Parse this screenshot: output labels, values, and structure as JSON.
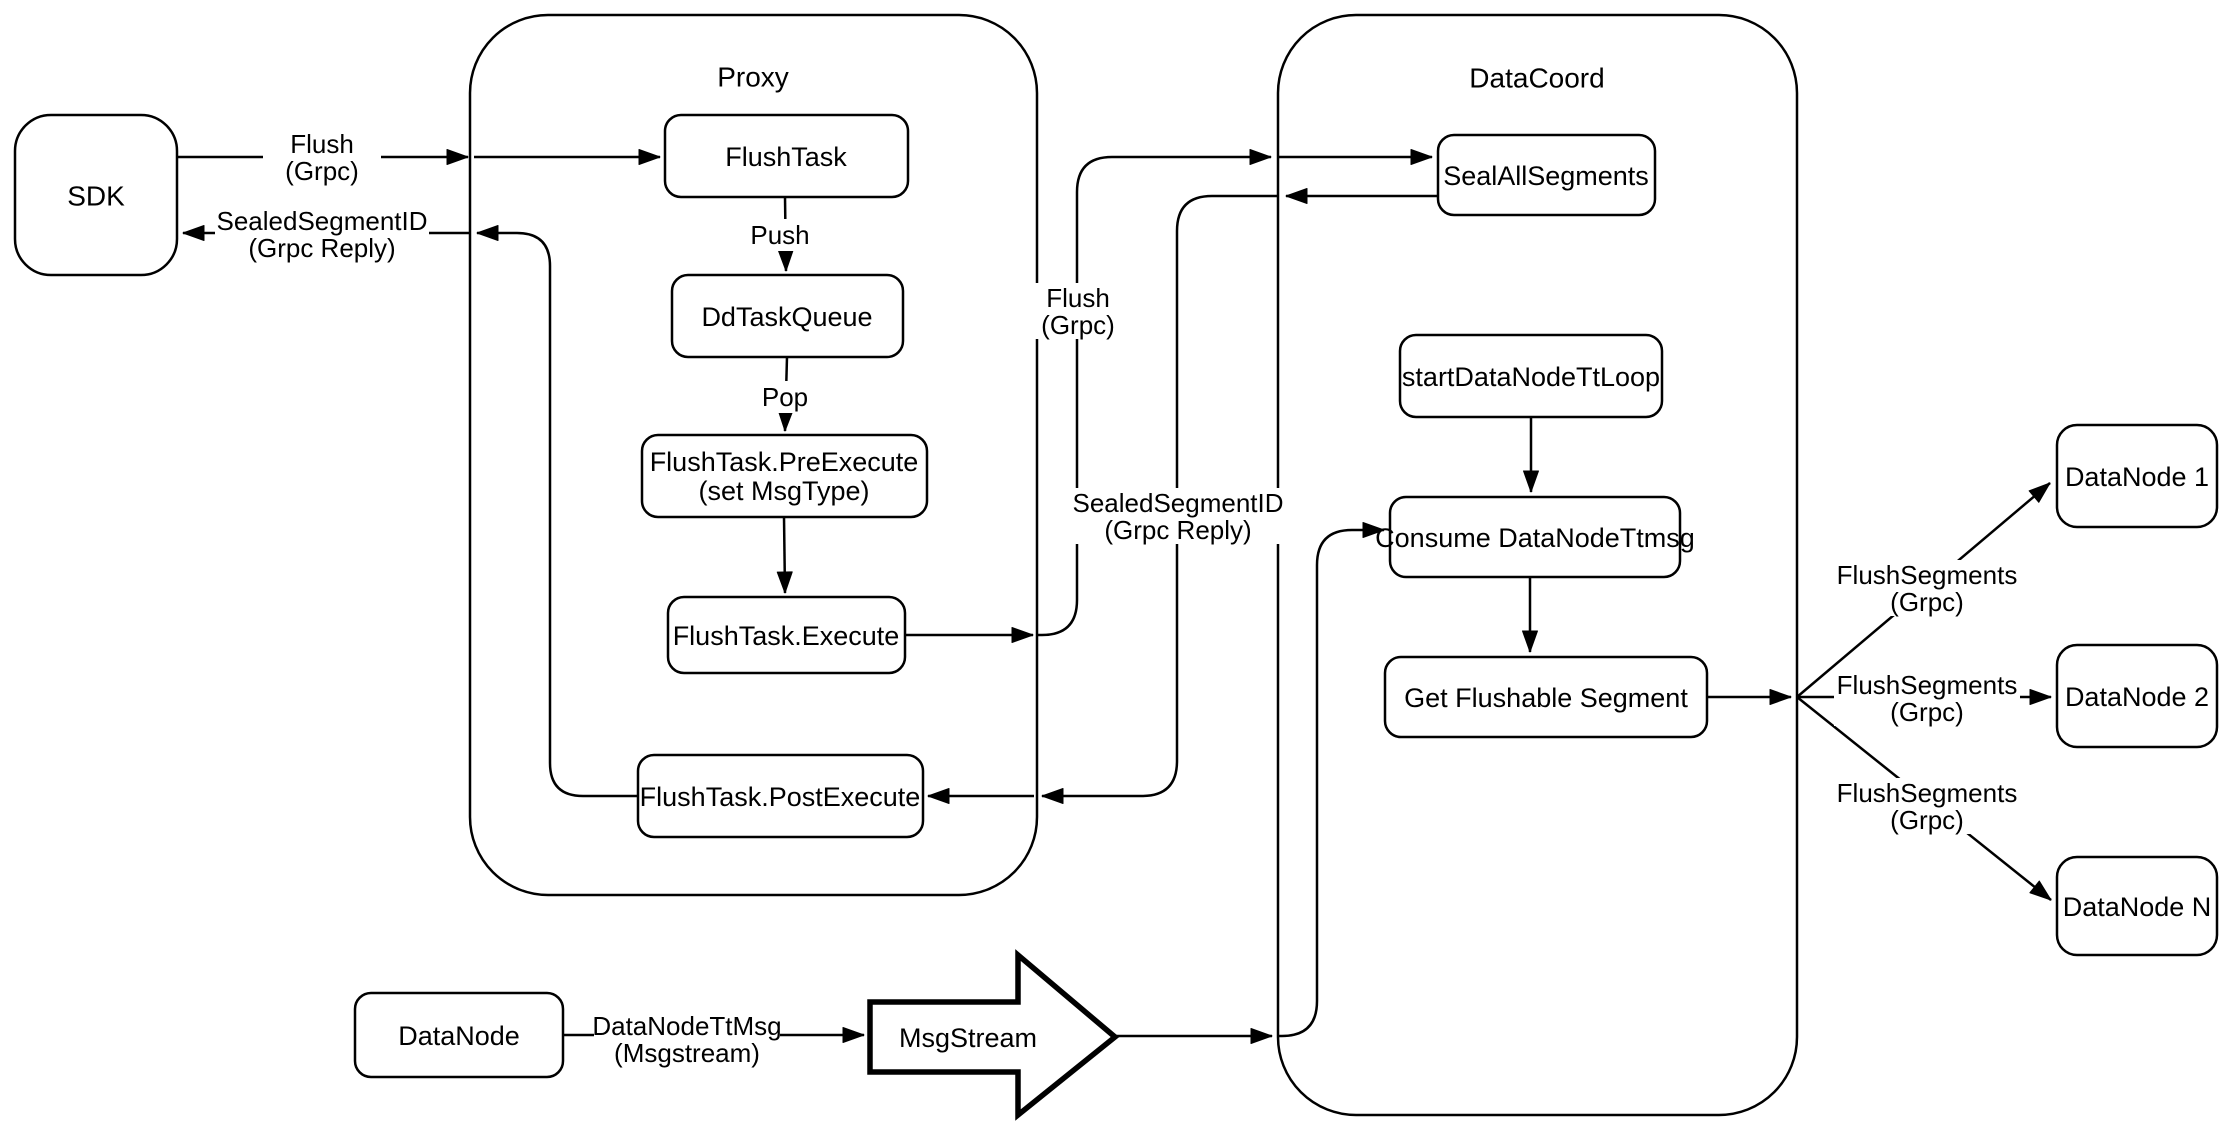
{
  "diagram": {
    "colors": {
      "stroke": "#000000",
      "background": "#ffffff"
    },
    "containers": {
      "proxy": {
        "title": "Proxy"
      },
      "datacoord": {
        "title": "DataCoord"
      }
    },
    "nodes": {
      "sdk": {
        "label": "SDK"
      },
      "flush_task": {
        "label": "FlushTask"
      },
      "dd_task_queue": {
        "label": "DdTaskQueue"
      },
      "pre_execute": {
        "line1": "FlushTask.PreExecute",
        "line2": "(set MsgType)"
      },
      "execute": {
        "label": "FlushTask.Execute"
      },
      "post_execute": {
        "label": "FlushTask.PostExecute"
      },
      "seal_all_segments": {
        "label": "SealAllSegments"
      },
      "start_data_node_tt_loop": {
        "label": "startDataNodeTtLoop"
      },
      "consume_data_node_ttmsg": {
        "label": "Consume DataNodeTtmsg"
      },
      "get_flushable_segment": {
        "label": "Get Flushable Segment"
      },
      "datanode_1": {
        "label": "DataNode 1"
      },
      "datanode_2": {
        "label": "DataNode 2"
      },
      "datanode_n": {
        "label": "DataNode N"
      },
      "datanode": {
        "label": "DataNode"
      },
      "msgstream": {
        "label": "MsgStream"
      }
    },
    "edge_labels": {
      "flush_sdk": {
        "line1": "Flush",
        "line2": "(Grpc)"
      },
      "sealed_sdk": {
        "line1": "SealedSegmentID",
        "line2": "(Grpc Reply)"
      },
      "push": {
        "label": "Push"
      },
      "pop": {
        "label": "Pop"
      },
      "flush_mid": {
        "line1": "Flush",
        "line2": "(Grpc)"
      },
      "sealed_mid": {
        "line1": "SealedSegmentID",
        "line2": "(Grpc Reply)"
      },
      "flush_segments_1": {
        "line1": "FlushSegments",
        "line2": "(Grpc)"
      },
      "flush_segments_2": {
        "line1": "FlushSegments",
        "line2": "(Grpc)"
      },
      "flush_segments_n": {
        "line1": "FlushSegments",
        "line2": "(Grpc)"
      },
      "datanode_tt_msg": {
        "line1": "DataNodeTtMsg",
        "line2": "(Msgstream)"
      }
    }
  }
}
